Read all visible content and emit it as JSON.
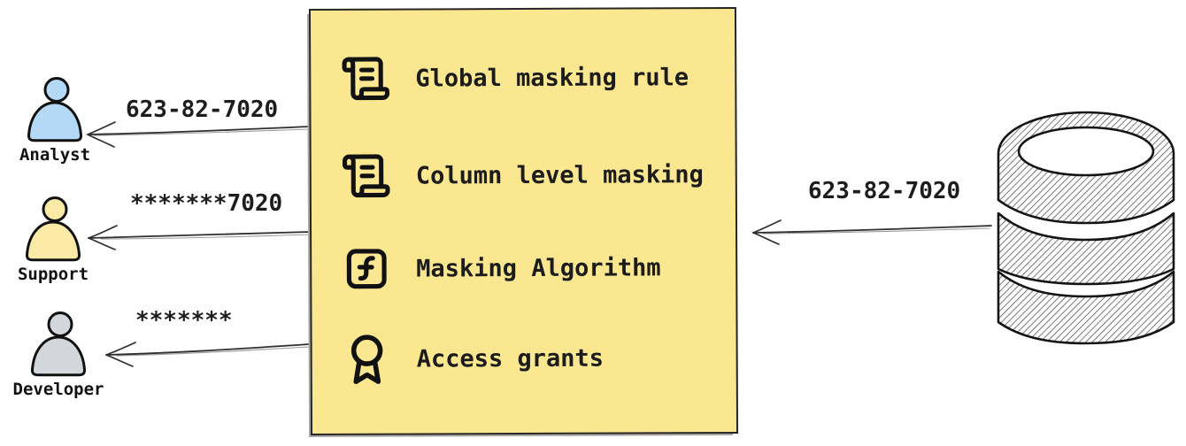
{
  "palette": {
    "background": "#ffffff",
    "ink": "#1d1d1d",
    "box_fill": "#FAE78F",
    "box_border": "#262626",
    "analyst_fill": "#b3d9f7",
    "support_fill": "#fbe9a6",
    "developer_fill": "#d3d7db"
  },
  "actors": [
    {
      "label": "Analyst",
      "icon": "person-icon",
      "fill": "#b3d9f7",
      "value": "623-82-7020"
    },
    {
      "label": "Support",
      "icon": "person-icon",
      "fill": "#fbe9a6",
      "value": "*******7020"
    },
    {
      "label": "Developer",
      "icon": "person-icon",
      "fill": "#d3d7db",
      "value": "*******"
    }
  ],
  "masking_box": {
    "items": [
      {
        "icon": "scroll-text-icon",
        "label": "Global masking rule"
      },
      {
        "icon": "scroll-text-icon",
        "label": "Column level masking"
      },
      {
        "icon": "function-square-icon",
        "label": "Masking Algorithm"
      },
      {
        "icon": "award-icon",
        "label": "Access grants"
      }
    ]
  },
  "database": {
    "icon": "database-icon",
    "value": "623-82-7020"
  }
}
